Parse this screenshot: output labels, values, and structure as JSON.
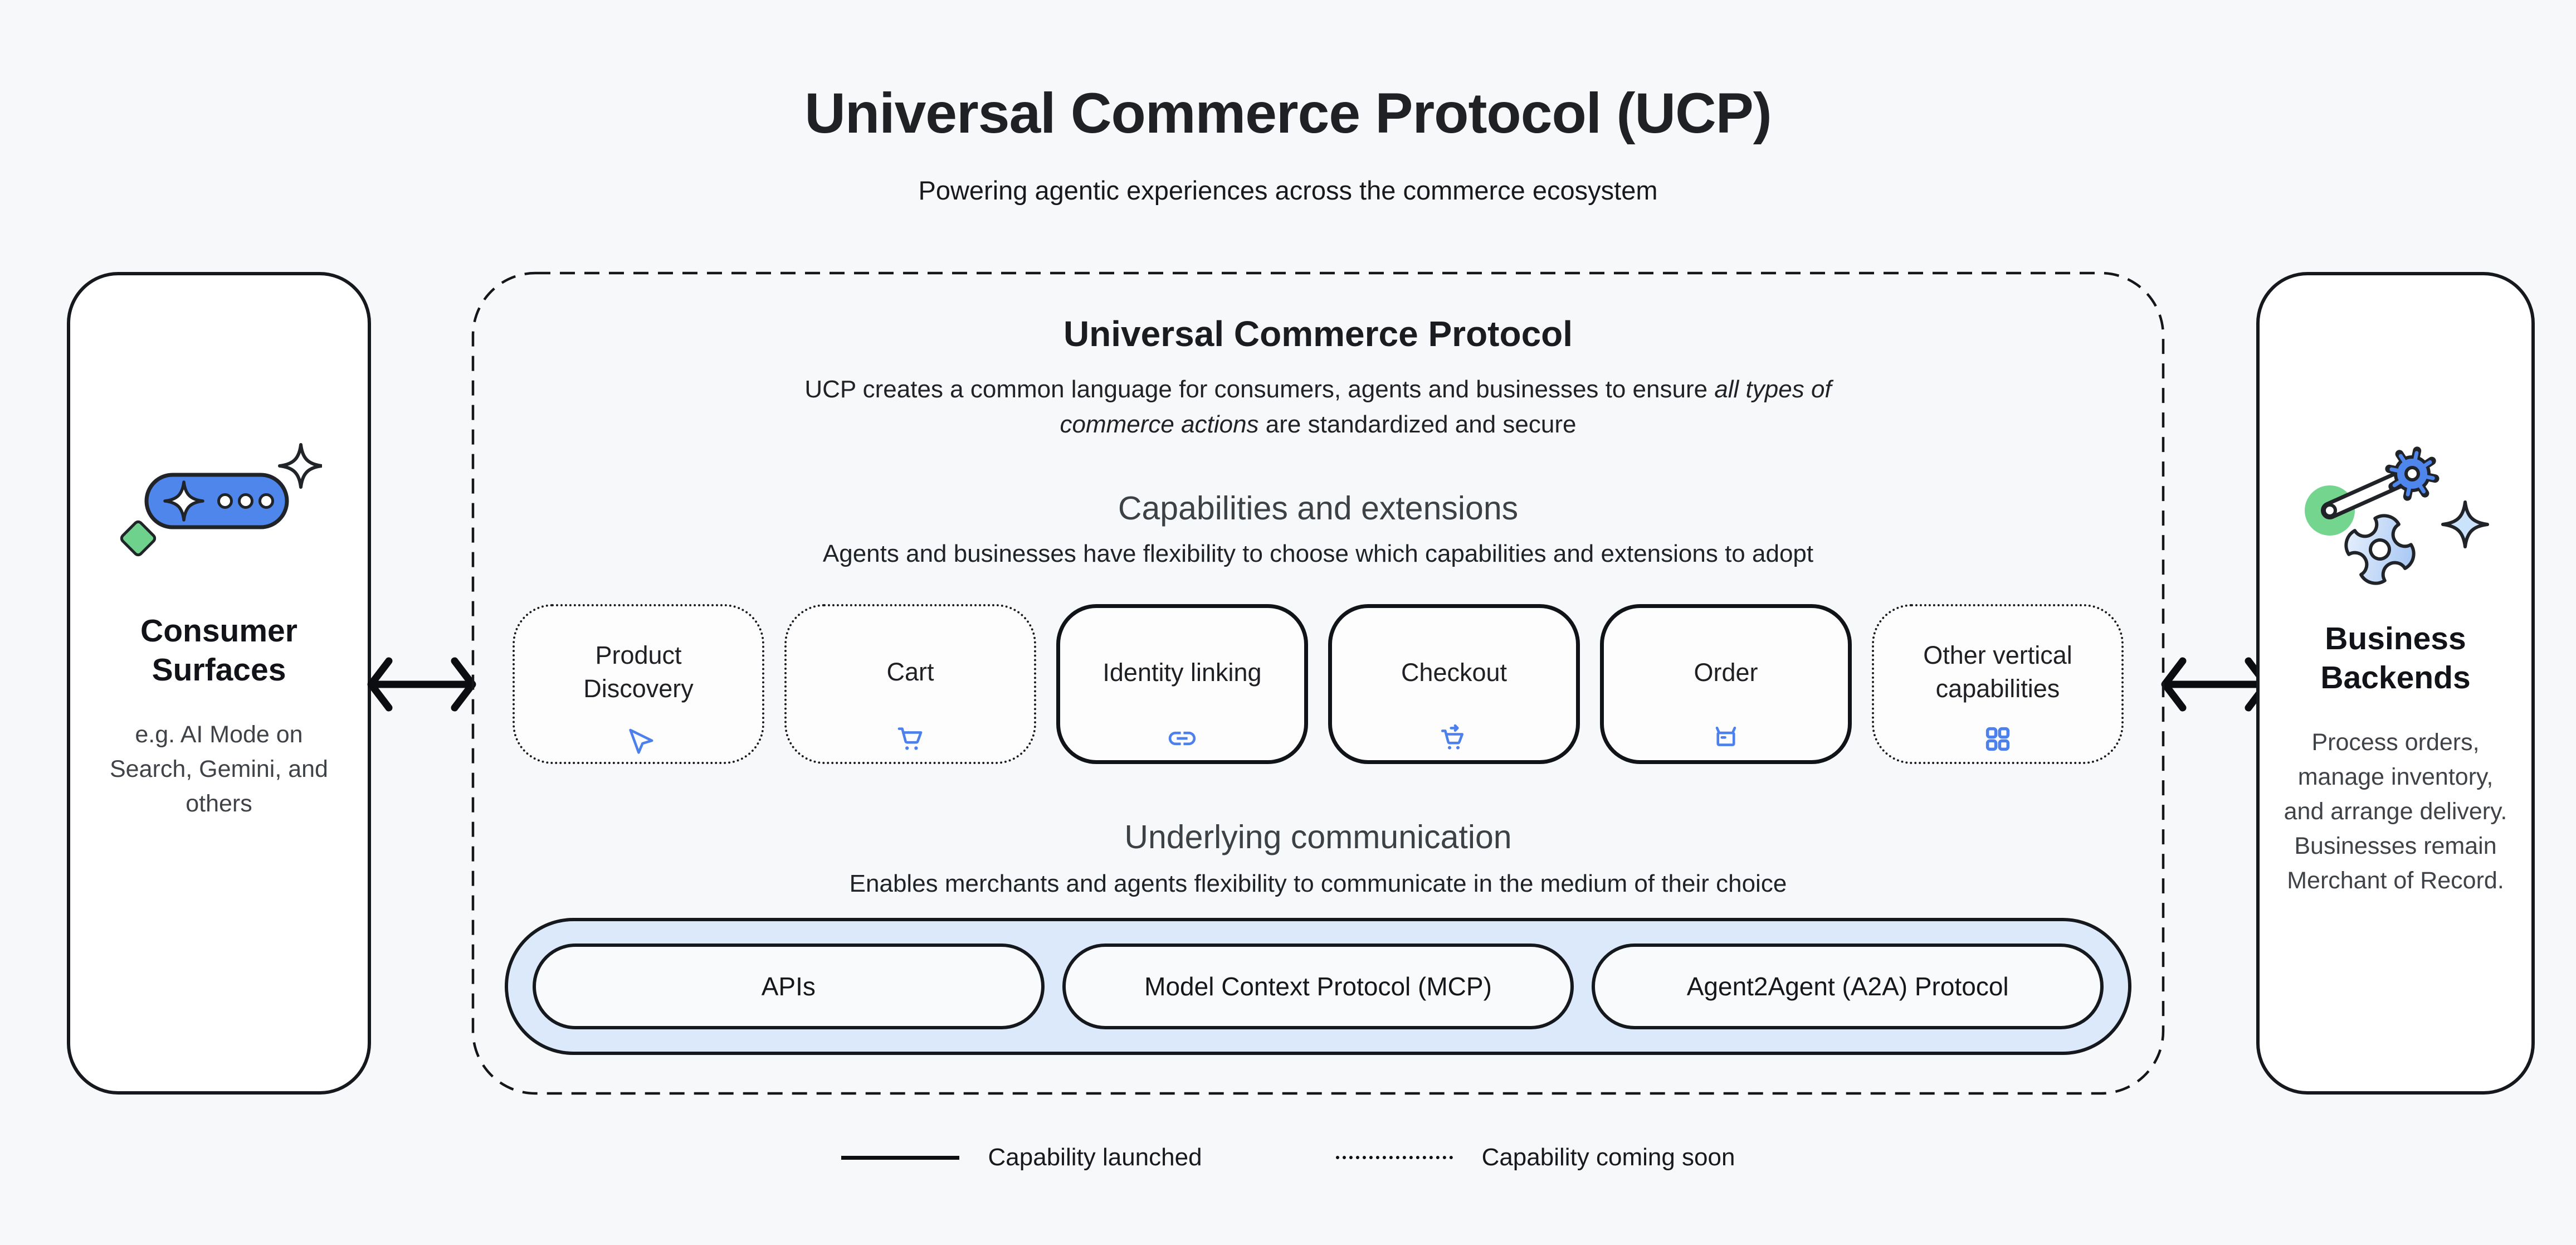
{
  "header": {
    "title": "Universal Commerce Protocol (UCP)",
    "subtitle": "Powering agentic experiences across the commerce ecosystem"
  },
  "consumer_panel": {
    "title": "Consumer Surfaces",
    "description": "e.g. AI Mode on Search, Gemini, and others"
  },
  "business_panel": {
    "title": "Business Backends",
    "description": "Process orders, manage inventory, and arrange delivery. Businesses remain Merchant of Record."
  },
  "ucp_box": {
    "title": "Universal Commerce Protocol",
    "description": {
      "line1": "UCP creates a common language for consumers, agents and businesses to ensure ",
      "line1_italic": "all types of",
      "line2_italic": "commerce actions",
      "line2": " are standardized and secure"
    }
  },
  "capabilities": {
    "title": "Capabilities and extensions",
    "subtitle": "Agents and businesses have flexibility to choose which capabilities and extensions to adopt",
    "cards": [
      {
        "label": "Product\nDiscovery",
        "icon": "send-icon",
        "status": "coming-soon"
      },
      {
        "label": "Cart",
        "icon": "shopping-cart-icon",
        "status": "coming-soon"
      },
      {
        "label": "Identity linking",
        "icon": "link-icon",
        "status": "launched"
      },
      {
        "label": "Checkout",
        "icon": "cart-checkout-icon",
        "status": "launched"
      },
      {
        "label": "Order",
        "icon": "order-box-icon",
        "status": "launched"
      },
      {
        "label": "Other vertical\ncapabilities",
        "icon": "grid-icon",
        "status": "coming-soon"
      }
    ]
  },
  "communication": {
    "title": "Underlying communication",
    "subtitle": "Enables merchants and agents flexibility to communicate in the medium of their choice",
    "protocols": [
      "APIs",
      "Model Context Protocol (MCP)",
      "Agent2Agent (A2A) Protocol"
    ]
  },
  "legend": {
    "launched_label": "Capability launched",
    "coming_soon_label": "Capability coming soon"
  },
  "colors": {
    "accent_blue": "#4c80ec",
    "light_blue_bg": "#dce9fb",
    "green": "#6fd28c",
    "page_bg": "#f7f8fa"
  }
}
